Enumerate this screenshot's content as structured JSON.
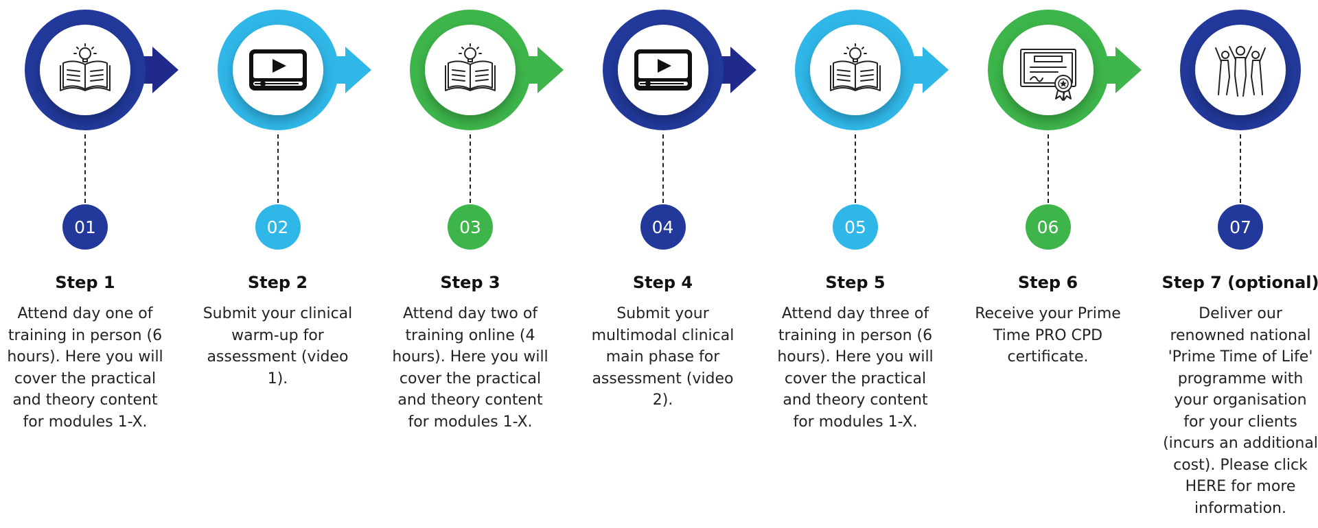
{
  "colors": {
    "dark_blue": "#22399b",
    "light_blue": "#2fb7e8",
    "green": "#3db54a",
    "arrow_dark": "#1f2a8a"
  },
  "steps": [
    {
      "number": "01",
      "title": "Step 1",
      "description": "Attend day one of training in person (6 hours). Here you will cover the practical and theory content for modules 1-X.",
      "icon": "open-book-lightbulb-icon",
      "color": "#22399b",
      "arrow_color": "#1f2a8a",
      "has_arrow": true
    },
    {
      "number": "02",
      "title": "Step 2",
      "description": "Submit your clinical warm-up for assessment (video 1).",
      "icon": "video-player-icon",
      "color": "#2fb7e8",
      "arrow_color": "#2fb7e8",
      "has_arrow": true
    },
    {
      "number": "03",
      "title": "Step 3",
      "description": "Attend day two of training online (4 hours). Here you will cover the practical and theory content for modules 1-X.",
      "icon": "open-book-lightbulb-icon",
      "color": "#3db54a",
      "arrow_color": "#3db54a",
      "has_arrow": true
    },
    {
      "number": "04",
      "title": "Step 4",
      "description": "Submit your multimodal clinical main phase for assessment (video 2).",
      "icon": "video-player-icon",
      "color": "#22399b",
      "arrow_color": "#1f2a8a",
      "has_arrow": true
    },
    {
      "number": "05",
      "title": "Step 5",
      "description": "Attend day three of training in person (6 hours). Here you will cover the practical and theory content for modules 1-X.",
      "icon": "open-book-lightbulb-icon",
      "color": "#2fb7e8",
      "arrow_color": "#2fb7e8",
      "has_arrow": true
    },
    {
      "number": "06",
      "title": "Step 6",
      "description": "Receive your Prime Time PRO CPD certificate.",
      "icon": "certificate-icon",
      "color": "#3db54a",
      "arrow_color": "#3db54a",
      "has_arrow": true
    },
    {
      "number": "07",
      "title": "Step 7 (optional)",
      "description": "Deliver our renowned national 'Prime Time of Life' programme with your organisation for your clients (incurs an additional cost). Please click HERE for more information.",
      "icon": "group-celebrating-icon",
      "color": "#22399b",
      "arrow_color": "#22399b",
      "has_arrow": false
    }
  ]
}
